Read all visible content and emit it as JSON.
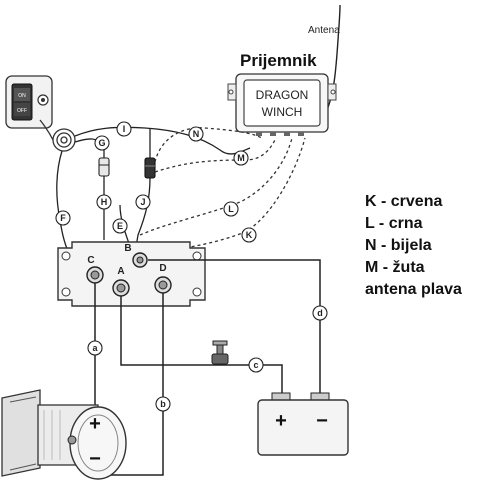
{
  "antenna_label": "Antena",
  "receiver": {
    "title": "Prijemnik",
    "brand_line1": "DRAGON",
    "brand_line2": "WINCH"
  },
  "switch": {
    "on": "ON",
    "off": "OFF"
  },
  "wire_labels": {
    "a": "a",
    "b": "b",
    "c": "c",
    "d": "d",
    "E": "E",
    "F": "F",
    "G": "G",
    "H": "H",
    "I": "I",
    "J": "J",
    "K": "K",
    "L": "L",
    "M": "M",
    "N": "N"
  },
  "terminals": {
    "A": "A",
    "B": "B",
    "C": "C",
    "D": "D"
  },
  "battery": {
    "plus": "+",
    "minus": "−"
  },
  "motor": {
    "plus": "+",
    "minus": "−"
  },
  "legend": [
    "K - crvena",
    "L - crna",
    "N - bijela",
    "M - žuta",
    "antena plava"
  ]
}
